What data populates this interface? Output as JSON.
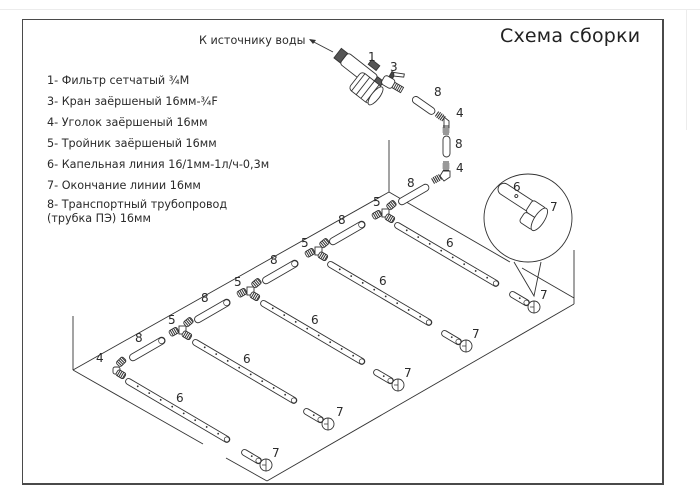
{
  "title": "Схема сборки",
  "source_label": "К источнику воды",
  "legend": [
    {
      "num": "1",
      "text": "1- Фильтр сетчатый ¾M"
    },
    {
      "num": "3",
      "text": "3- Кран заёршеный 16мм-¾F"
    },
    {
      "num": "4",
      "text": "4- Уголок заёршеный 16мм"
    },
    {
      "num": "5",
      "text": "5- Тройник заёршеный 16мм"
    },
    {
      "num": "6",
      "text": "6- Капельная линия 16/1мм-1л/ч-0,3м"
    },
    {
      "num": "7",
      "text": "7- Окончание линии 16мм"
    },
    {
      "num": "8",
      "text": "8- Транспортный трубопровод",
      "text2": "(трубка ПЭ) 16мм"
    }
  ],
  "callouts": {
    "filter": "1",
    "valve": "3",
    "elbow": "4",
    "tee": "5",
    "drip_line": "6",
    "end_cap": "7",
    "pipe": "8"
  },
  "colors": {
    "line": "#3a3a3a",
    "frame": "#4a4a4a",
    "background": "#ffffff"
  }
}
